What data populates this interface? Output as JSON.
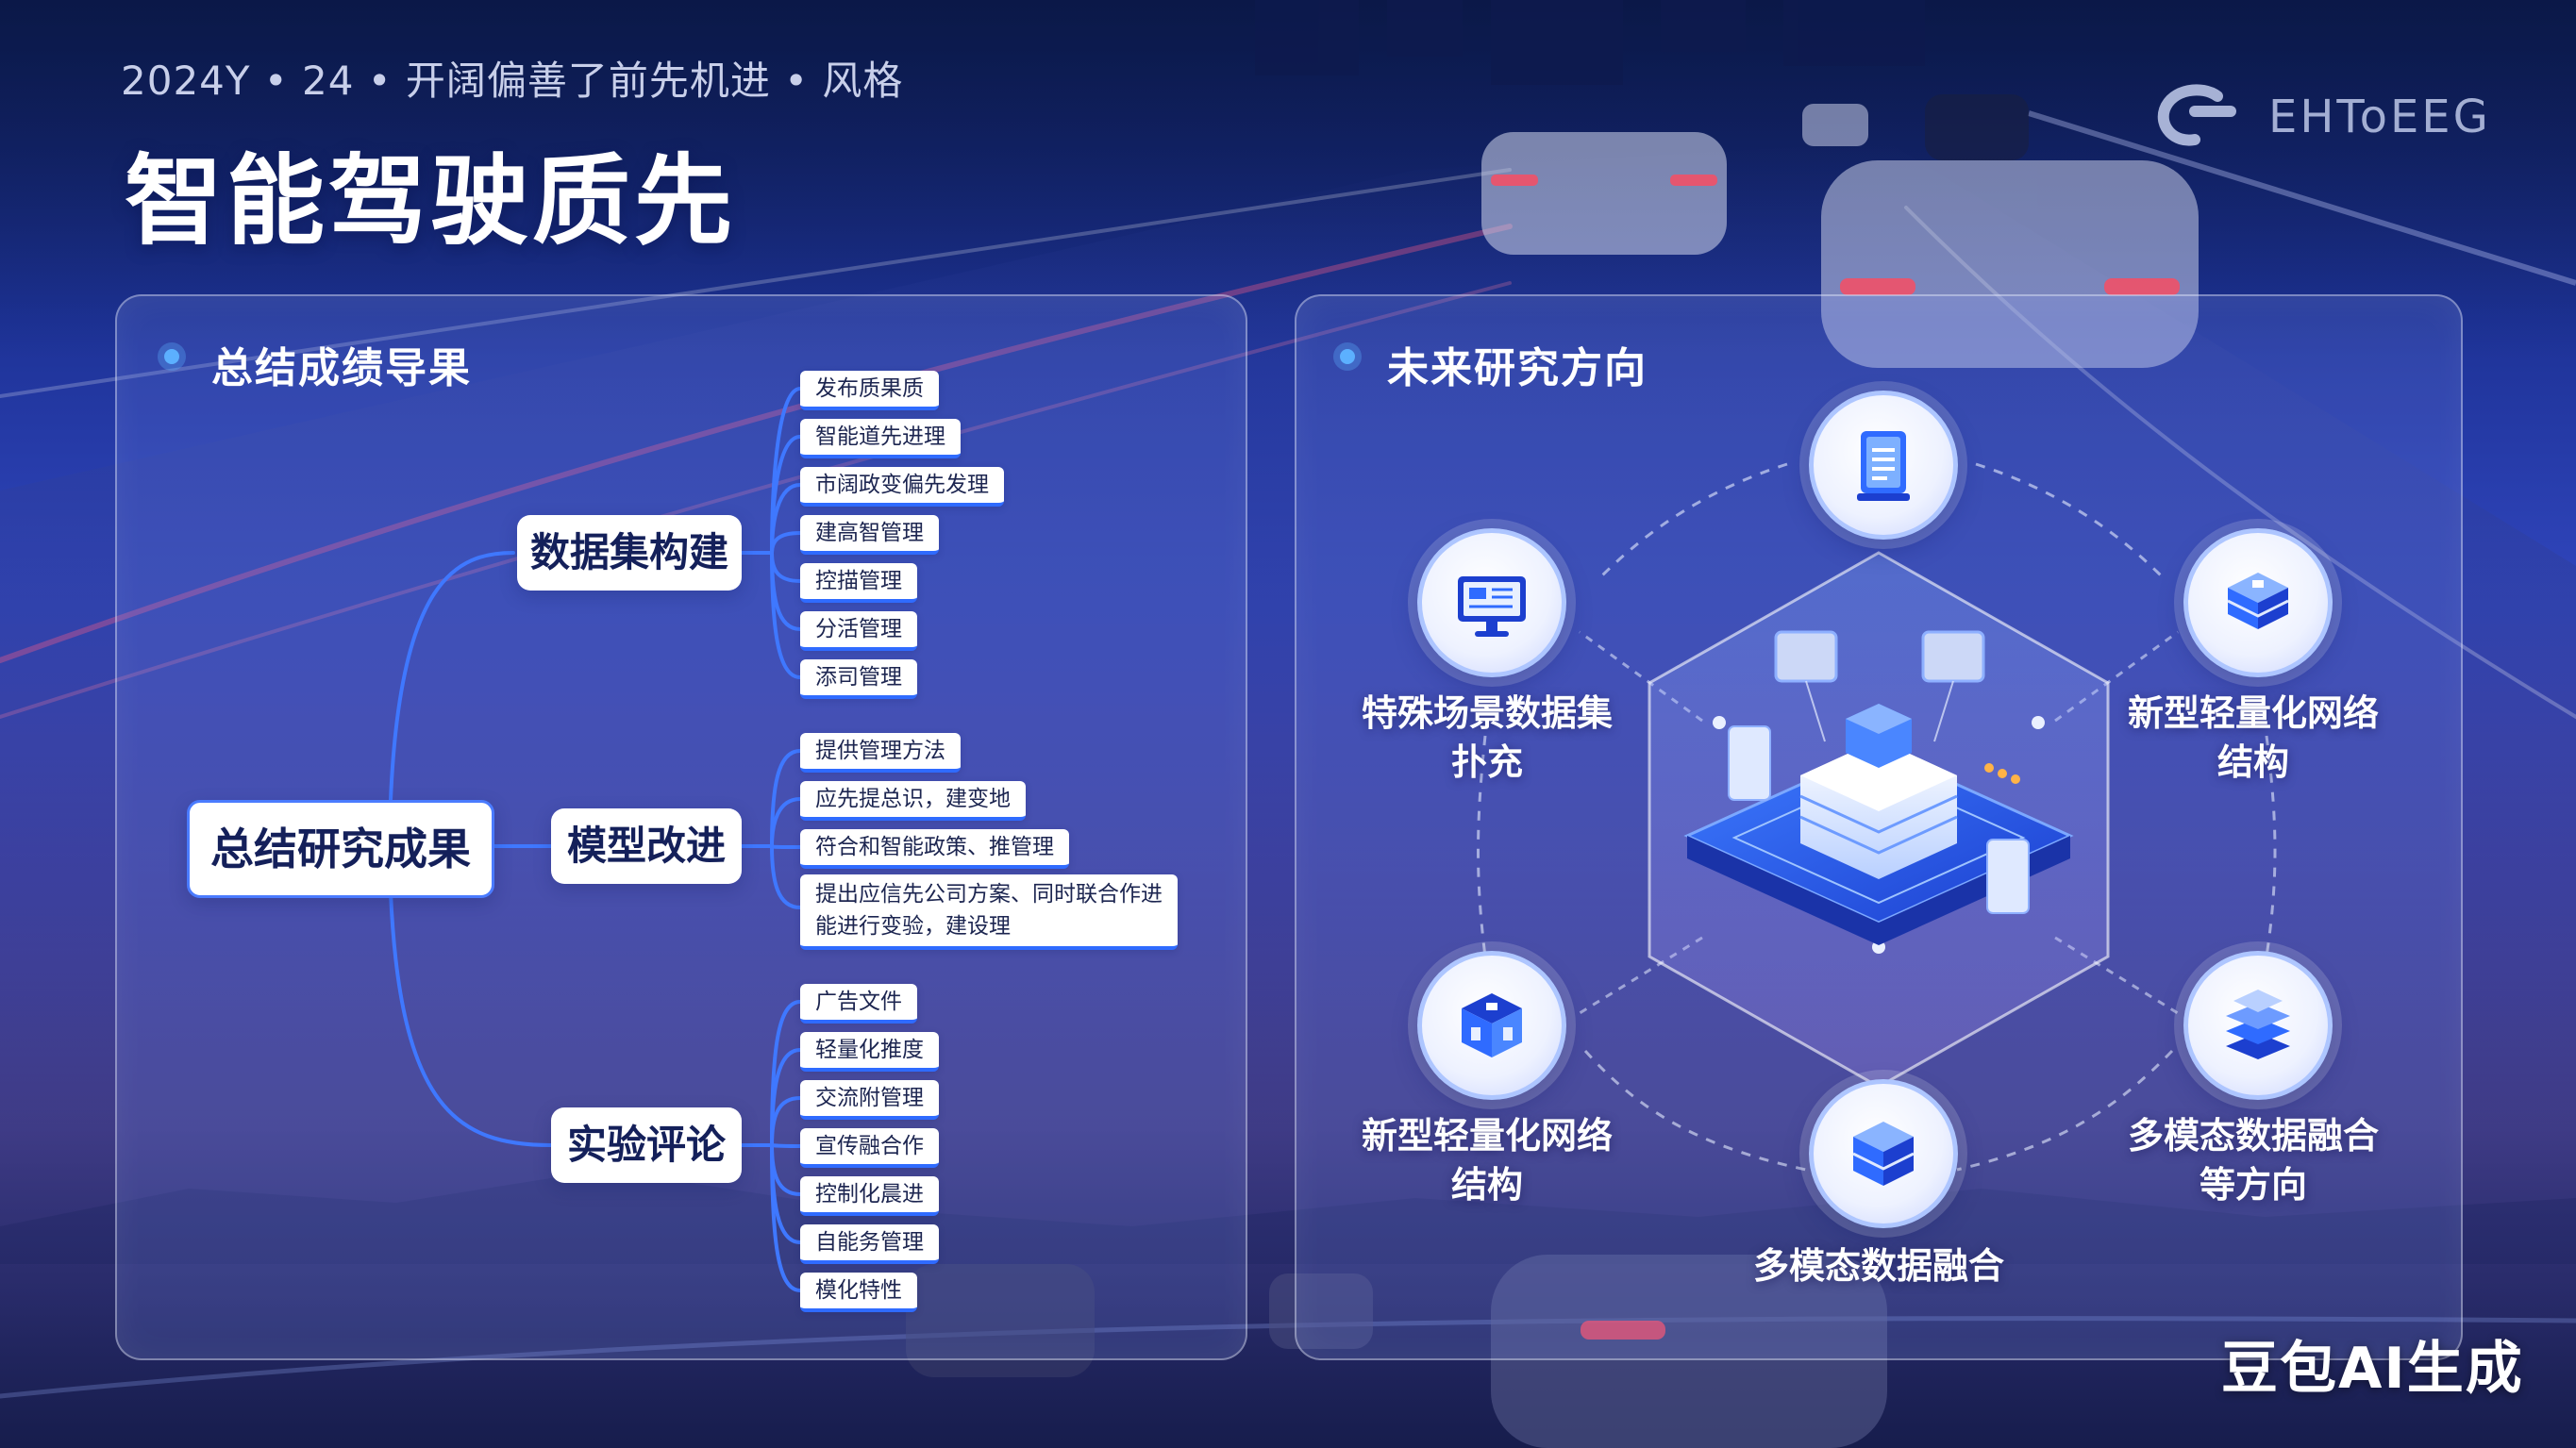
{
  "header": {
    "subtitle": "2024Y • 24 • 开阔偏善了前先机进 • 风格",
    "title": "智能驾驶质先",
    "logo_text": "EHToEEG"
  },
  "left_panel": {
    "title": "总结成绩导果",
    "root": "总结研究成果",
    "branches": [
      {
        "label": "数据集构建",
        "leaves": [
          "发布质果质",
          "智能道先进理",
          "市阔政变偏先发理",
          "建高智管理",
          "控描管理",
          "分活管理",
          "添司管理"
        ]
      },
      {
        "label": "模型改进",
        "leaves": [
          "提供管理方法",
          "应先提总识，建变地",
          "符合和智能政策、推管理",
          "提出应信先公司方案、同时联合作进\n能进行变验，建设理"
        ]
      },
      {
        "label": "实验评论",
        "leaves": [
          "广告文件",
          "轻量化推度",
          "交流附管理",
          "宣传融合作",
          "控制化晨进",
          "自能务管理",
          "模化特性"
        ]
      }
    ]
  },
  "right_panel": {
    "title": "未来研究方向",
    "items": [
      {
        "label": "",
        "icon": "document-icon"
      },
      {
        "label": "特殊场景数据集\n扑充",
        "icon": "monitor-icon"
      },
      {
        "label": "新型轻量化网络\n结构",
        "icon": "server-stack-icon"
      },
      {
        "label": "新型轻量化网络\n结构",
        "icon": "cube-icon"
      },
      {
        "label": "多模态数据融合",
        "icon": "data-box-icon"
      },
      {
        "label": "多模态数据融合\n等方向",
        "icon": "layers-icon"
      }
    ]
  },
  "watermark": "豆包AI生成",
  "colors": {
    "accent": "#2f6bff",
    "node_text": "#14205a",
    "panel_border": "#ffffff"
  }
}
